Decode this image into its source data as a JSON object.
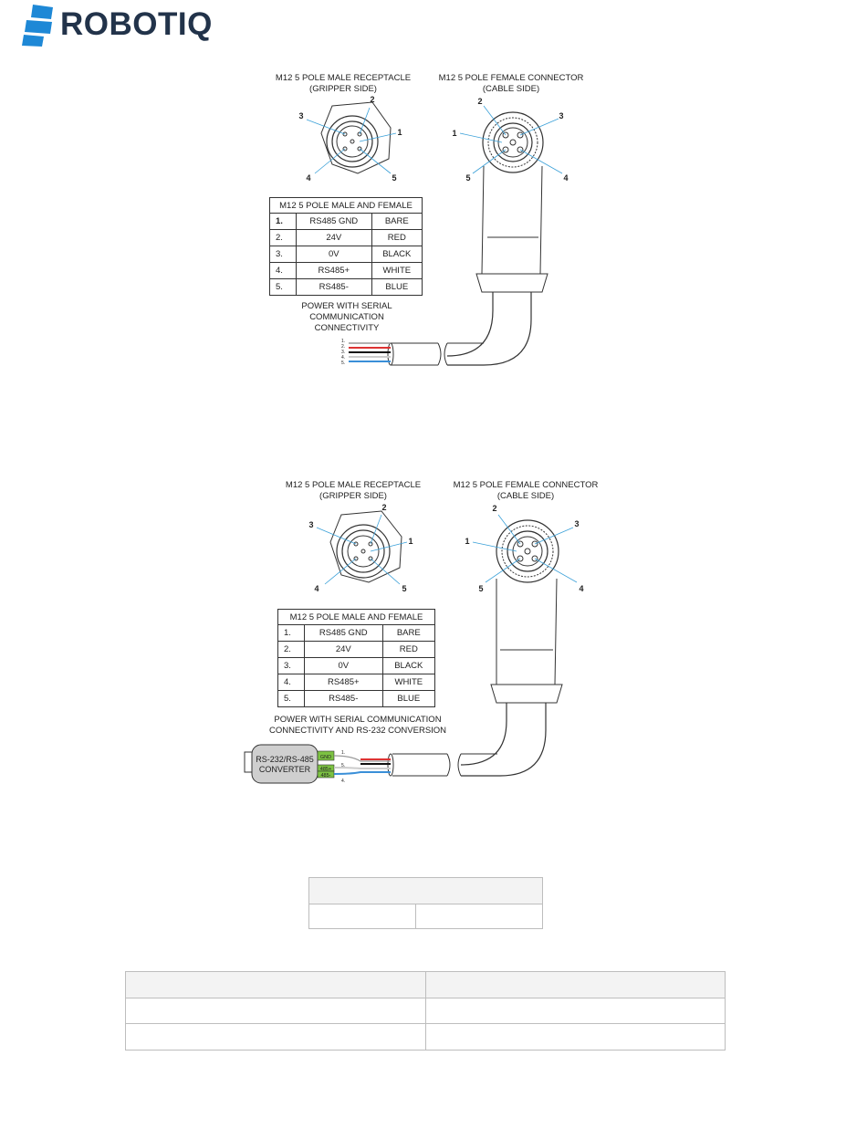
{
  "brand": {
    "name": "ROBOTIQ",
    "colors": {
      "logo_blue": "#1e88d6",
      "text_dark": "#22334a"
    }
  },
  "diagram1": {
    "male_title": "M12 5 POLE MALE RECEPTACLE",
    "male_subtitle": "(GRIPPER SIDE)",
    "female_title": "M12 5 POLE FEMALE CONNECTOR",
    "female_subtitle": "(CABLE SIDE)",
    "pin_labels": [
      "1",
      "2",
      "3",
      "4",
      "5"
    ],
    "table_title": "M12 5 POLE MALE AND FEMALE",
    "rows": [
      {
        "num": "1.",
        "signal": "RS485 GND",
        "color": "BARE"
      },
      {
        "num": "2.",
        "signal": "24V",
        "color": "RED"
      },
      {
        "num": "3.",
        "signal": "0V",
        "color": "BLACK"
      },
      {
        "num": "4.",
        "signal": "RS485+",
        "color": "WHITE"
      },
      {
        "num": "5.",
        "signal": "RS485-",
        "color": "BLUE"
      }
    ],
    "caption_line1": "POWER WITH SERIAL COMMUNICATION",
    "caption_line2": "CONNECTIVITY",
    "wire_labels": [
      "1.",
      "2.",
      "3.",
      "4.",
      "5."
    ]
  },
  "diagram2": {
    "male_title": "M12 5 POLE MALE RECEPTACLE",
    "male_subtitle": "(GRIPPER SIDE)",
    "female_title": "M12 5 POLE FEMALE CONNECTOR",
    "female_subtitle": "(CABLE SIDE)",
    "pin_labels": [
      "1",
      "2",
      "3",
      "4",
      "5"
    ],
    "table_title": "M12 5 POLE MALE AND FEMALE",
    "rows": [
      {
        "num": "1.",
        "signal": "RS485 GND",
        "color": "BARE"
      },
      {
        "num": "2.",
        "signal": "24V",
        "color": "RED"
      },
      {
        "num": "3.",
        "signal": "0V",
        "color": "BLACK"
      },
      {
        "num": "4.",
        "signal": "RS485+",
        "color": "WHITE"
      },
      {
        "num": "5.",
        "signal": "RS485-",
        "color": "BLUE"
      }
    ],
    "caption_line1": "POWER WITH SERIAL COMMUNICATION",
    "caption_line2": "CONNECTIVITY AND RS-232 CONVERSION",
    "converter_line1": "RS-232/RS-485",
    "converter_line2": "CONVERTER",
    "terminal_labels": [
      "GND",
      "485+",
      "485-"
    ],
    "wire_labels": [
      "1.",
      "5.",
      "4."
    ]
  }
}
